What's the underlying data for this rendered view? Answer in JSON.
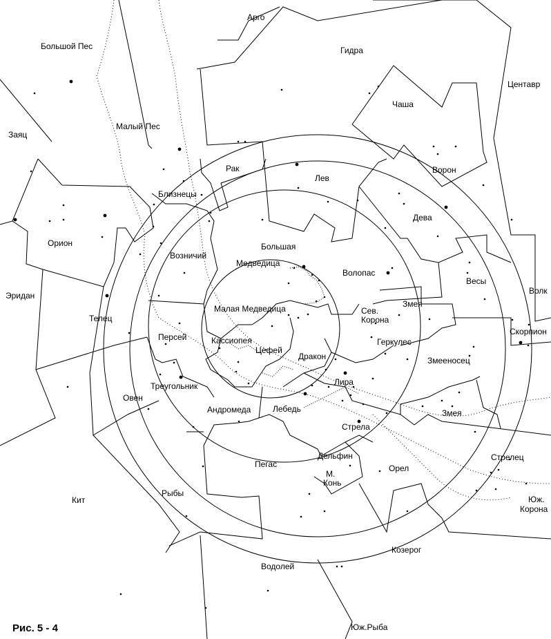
{
  "caption": "Рис. 5 - 4",
  "colors": {
    "ink": "#000000",
    "paper": "#ffffff"
  },
  "constellations": [
    "Арго",
    "Большой Пес",
    "Гидра",
    "Центавр",
    "Заяц",
    "Малый Пес",
    "Чаша",
    "Рак",
    "Лев",
    "Ворон",
    "Близнецы",
    "Дева",
    "Орион",
    "Большая",
    "Медведица",
    "Возничий",
    "Волопас",
    "Весы",
    "Эридан",
    "Волк",
    "Малая Медведица",
    "Сев.",
    "Корона",
    "Змея",
    "Телец",
    "Персей",
    "Кассиопея",
    "Геркулес",
    "Скорпион",
    "Цефей",
    "Дракон",
    "Змееносец",
    "Треугольник",
    "Лира",
    "Овен",
    "Андромеда",
    "Лебедь",
    "Змея",
    "Стрела",
    "Дельфин",
    "Стрелец",
    "Пегас",
    "Рыбы",
    "М.",
    "Конь",
    "Орел",
    "Юж.",
    "Корона",
    "Кит",
    "Козерог",
    "Водолей",
    "Юж.Рыба"
  ]
}
